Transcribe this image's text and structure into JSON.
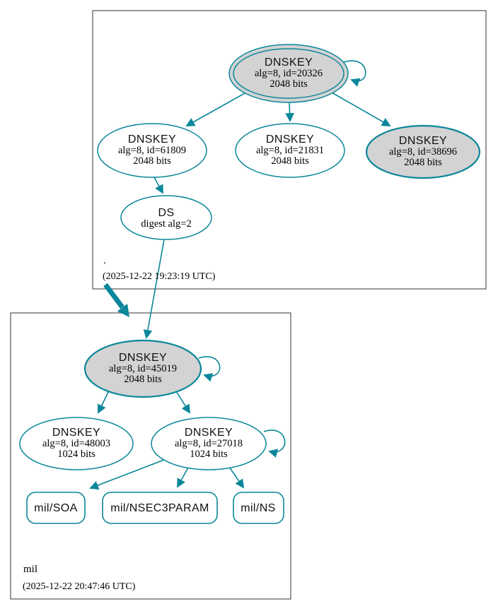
{
  "colors": {
    "edge_secure": "#0a879a",
    "ksk_fill": "#d3d3d3",
    "node_fill": "#ffffff",
    "zone_border": "#555555",
    "text": "#000000"
  },
  "root_zone": {
    "name": ".",
    "timestamp": "(2025-12-22 19:23:19 UTC)",
    "ksk_20326": {
      "type": "DNSKEY",
      "detail": "alg=8, id=20326",
      "size": "2048 bits"
    },
    "zsk_61809": {
      "type": "DNSKEY",
      "detail": "alg=8, id=61809",
      "size": "2048 bits"
    },
    "zsk_21831": {
      "type": "DNSKEY",
      "detail": "alg=8, id=21831",
      "size": "2048 bits"
    },
    "ksk_38696": {
      "type": "DNSKEY",
      "detail": "alg=8, id=38696",
      "size": "2048 bits"
    },
    "ds": {
      "type": "DS",
      "detail": "digest alg=2"
    }
  },
  "mil_zone": {
    "name": "mil",
    "timestamp": "(2025-12-22 20:47:46 UTC)",
    "ksk_45019": {
      "type": "DNSKEY",
      "detail": "alg=8, id=45019",
      "size": "2048 bits"
    },
    "zsk_48003": {
      "type": "DNSKEY",
      "detail": "alg=8, id=48003",
      "size": "1024 bits"
    },
    "zsk_27018": {
      "type": "DNSKEY",
      "detail": "alg=8, id=27018",
      "size": "1024 bits"
    },
    "rrsets": {
      "soa": "mil/SOA",
      "nsec3param": "mil/NSEC3PARAM",
      "ns": "mil/NS"
    }
  }
}
